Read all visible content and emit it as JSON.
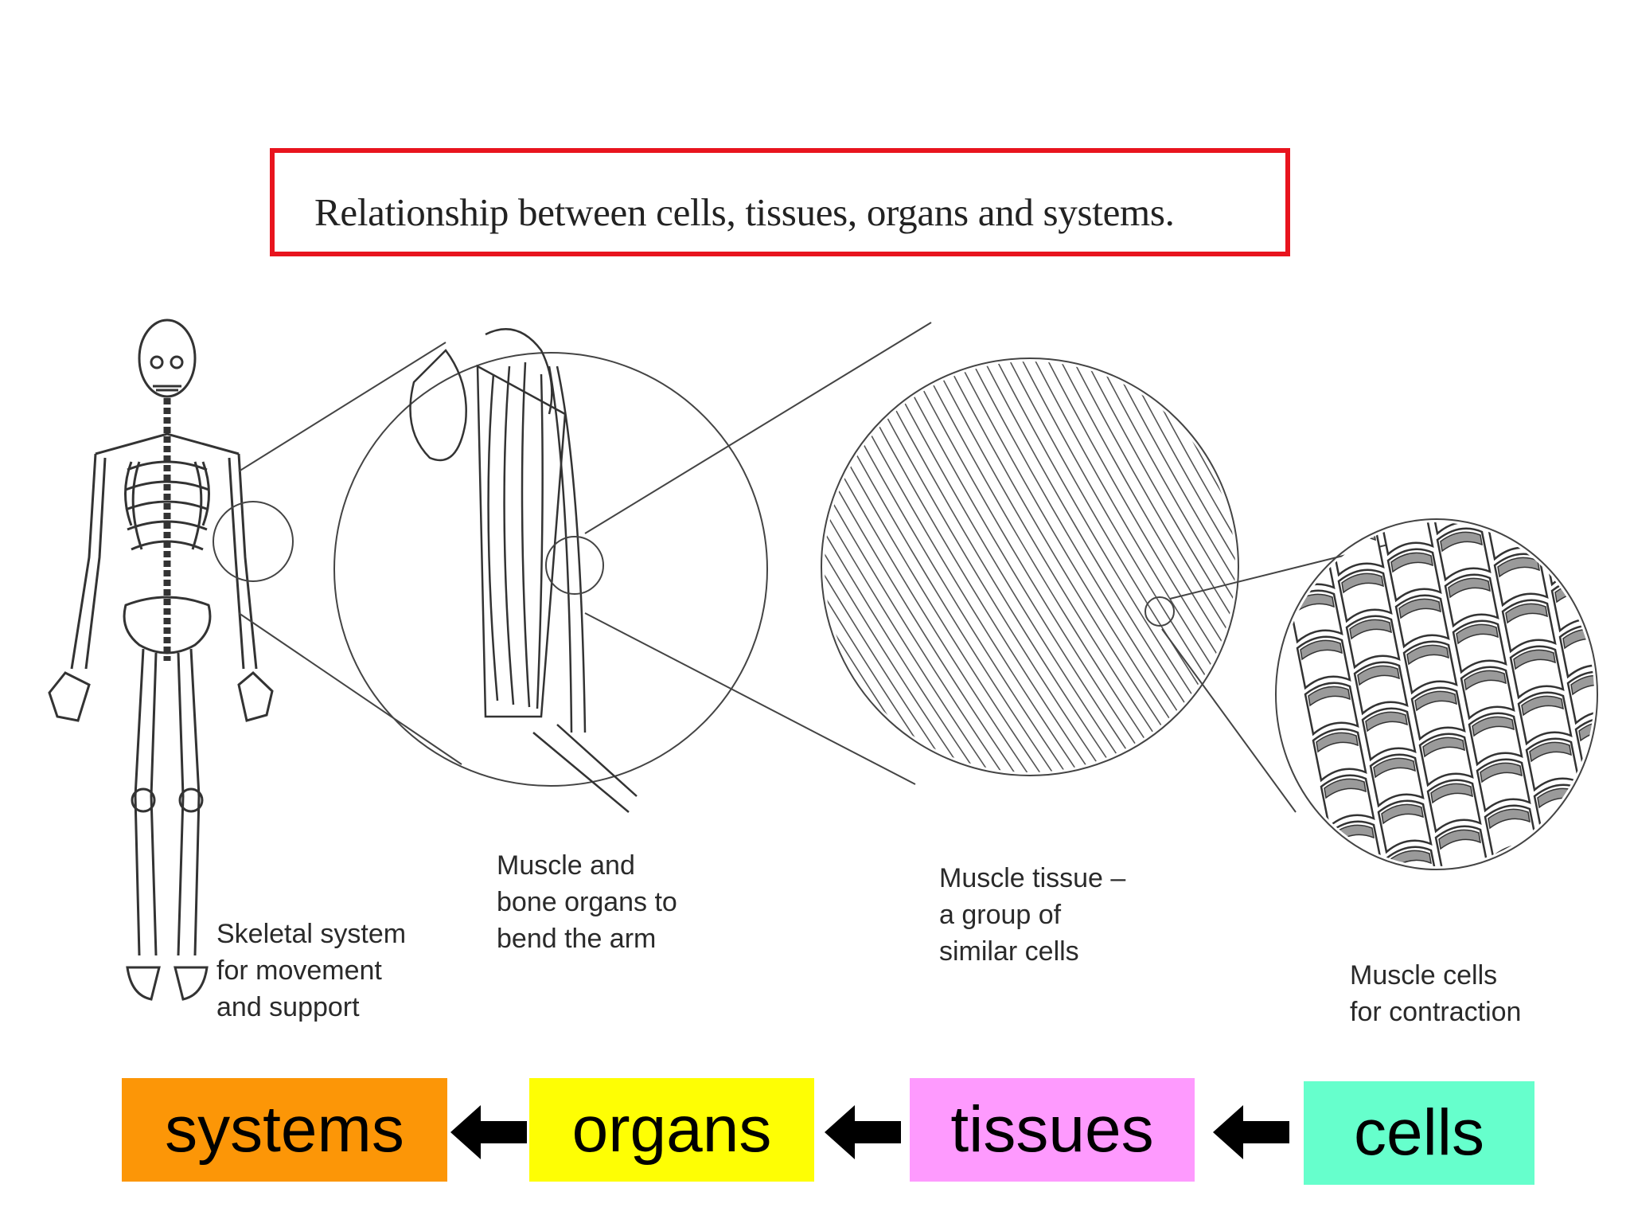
{
  "title": "Relationship between cells, tissues, organs and systems.",
  "captions": {
    "system": "Skeletal system\nfor movement\nand support",
    "organ": "Muscle and\nbone organs to\nbend the arm",
    "tissue": "Muscle tissue –\na group of\nsimilar cells",
    "cell": "Muscle cells\nfor contraction"
  },
  "levels": {
    "systems": "systems",
    "organs": "organs",
    "tissues": "tissues",
    "cells": "cells"
  },
  "colors": {
    "title_border": "#e8141e",
    "systems": "#fc9607",
    "organs": "#fefe04",
    "tissues": "#fe9afe",
    "cells": "#66ffcc"
  }
}
